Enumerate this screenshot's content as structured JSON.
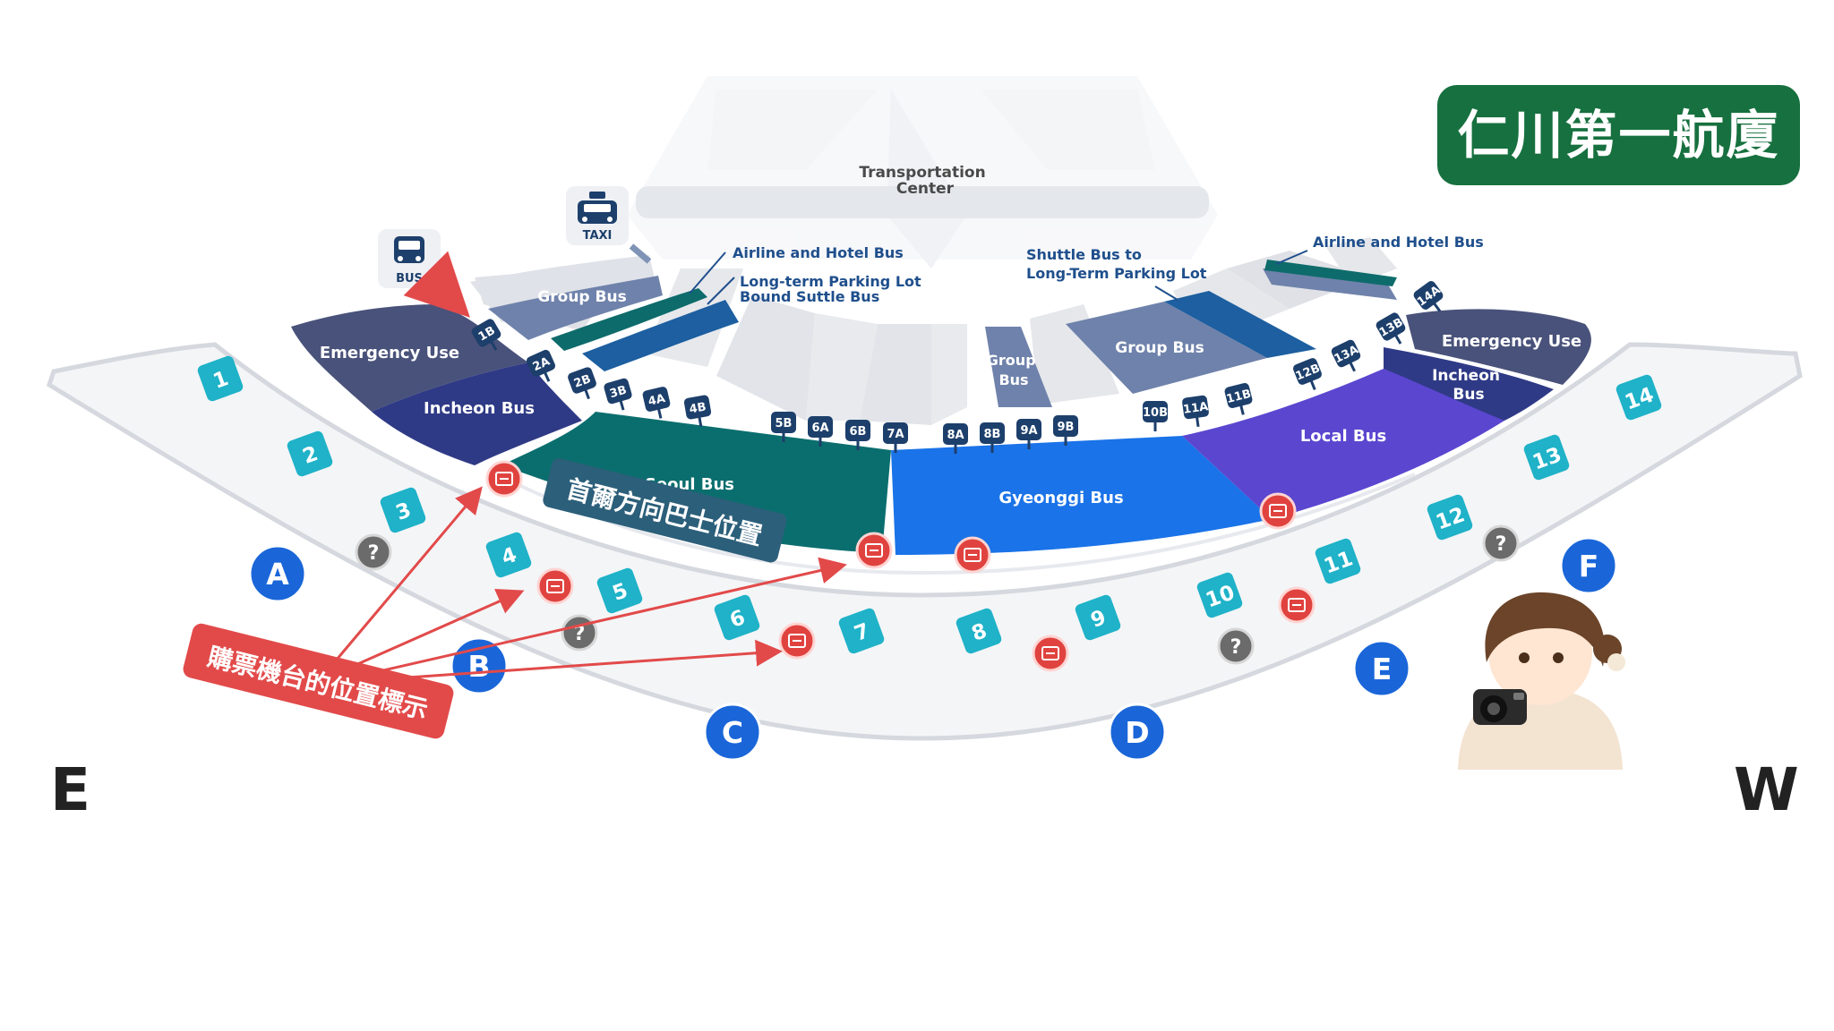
{
  "title": "仁川第一航廈",
  "compass": {
    "left": "E",
    "right": "W"
  },
  "transportation_center": [
    "Transportation",
    "Center"
  ],
  "icons": {
    "bus": {
      "name": "bus-icon",
      "label": "BUS"
    },
    "taxi": {
      "name": "taxi-icon",
      "label": "TAXI"
    }
  },
  "labels": {
    "airline_hotel_left": "Airline and Hotel Bus",
    "longterm_left": [
      "Long-term Parking Lot",
      "Bound Suttle Bus"
    ],
    "shuttle_right": [
      "Shuttle Bus to",
      "Long-Term Parking Lot"
    ],
    "airline_hotel_right": "Airline and Hotel Bus"
  },
  "zones": {
    "group_bus_left": "Group Bus",
    "group_bus_mid": [
      "Group",
      "Bus"
    ],
    "group_bus_right": "Group Bus",
    "emergency_left": "Emergency Use",
    "incheon_left": "Incheon Bus",
    "seoul": "Seoul Bus",
    "gyeonggi": "Gyeonggi Bus",
    "local": "Local Bus",
    "emergency_right": "Emergency Use",
    "incheon_right": [
      "Incheon",
      "Bus"
    ]
  },
  "stops": [
    "1B",
    "2A",
    "2B",
    "3B",
    "4A",
    "4B",
    "5B",
    "6A",
    "6B",
    "7A",
    "8A",
    "8B",
    "9A",
    "9B",
    "10B",
    "11A",
    "11B",
    "12B",
    "13A",
    "13B",
    "14A"
  ],
  "doors": [
    "1",
    "2",
    "3",
    "4",
    "5",
    "6",
    "7",
    "8",
    "9",
    "10",
    "11",
    "12",
    "13",
    "14"
  ],
  "gates": [
    "A",
    "B",
    "C",
    "D",
    "E",
    "F"
  ],
  "annotations": {
    "seoul_direction": "首爾方向巴士位置",
    "ticket_machines": "購票機台的位置標示"
  },
  "colors": {
    "seoul": "#0b6e6e",
    "gyeonggi": "#1a73e8",
    "local": "#5b46d0",
    "incheon": "#2f3a86",
    "emergency": "#49527a",
    "group": "#6f82ab",
    "door": "#1fb2c8",
    "gate": "#1a66d9",
    "stop": "#1d3f6b",
    "ticket": "#e0433f",
    "title_bg": "#17703f"
  }
}
